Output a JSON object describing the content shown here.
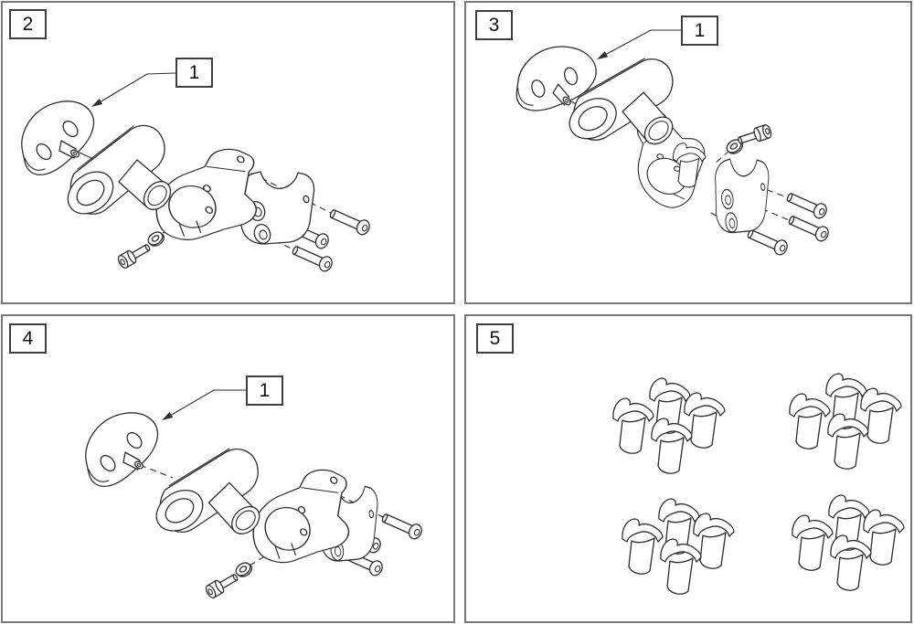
{
  "colors": {
    "background": "#ffffff",
    "line": "#2e2e2e",
    "panel_border": "#787878",
    "label_box_border": "#3f3f3f",
    "text": "#111111"
  },
  "panels": [
    {
      "number": "2",
      "callout_label": "1",
      "parts": [
        "mount-plate-with-pin",
        "receiver-tube",
        "clamp-bracket",
        "clamp-saddle",
        "button-screw",
        "button-screw",
        "button-screw",
        "washer",
        "socket-head-screw"
      ]
    },
    {
      "number": "3",
      "callout_label": "1",
      "parts": [
        "mount-plate-with-pin",
        "receiver-tube",
        "clamp-bracket",
        "clamp-insert",
        "clamp-saddle",
        "button-screw",
        "button-screw",
        "button-screw",
        "washer",
        "socket-head-screw"
      ]
    },
    {
      "number": "4",
      "callout_label": "1",
      "parts": [
        "mount-plate-with-pin",
        "receiver-tube",
        "clamp-bracket",
        "clamp-saddle",
        "button-screw",
        "button-screw",
        "button-screw",
        "washer",
        "socket-head-screw"
      ]
    },
    {
      "number": "5",
      "parts": [
        "saddle-insert-set-of-4",
        "saddle-insert-set-of-4",
        "saddle-insert-set-of-4",
        "saddle-insert-set-of-4"
      ]
    }
  ]
}
